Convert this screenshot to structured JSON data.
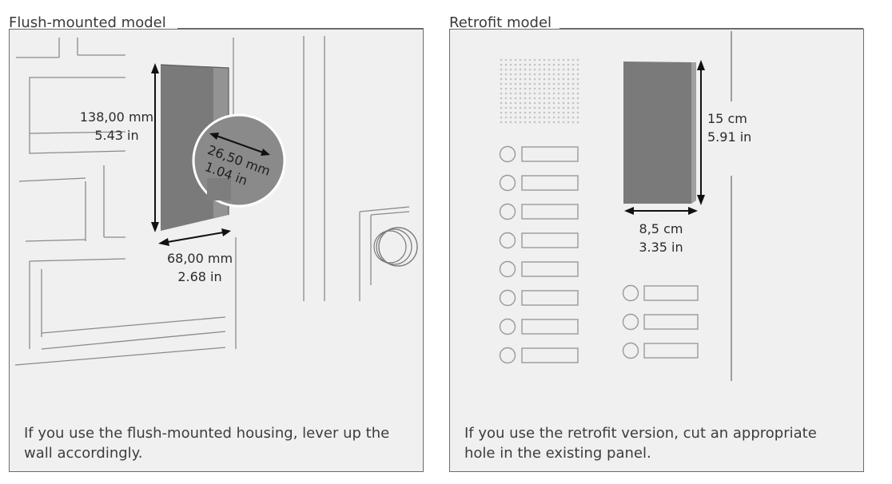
{
  "left": {
    "title": "Flush-mounted model",
    "height": {
      "mm": "138,00 mm",
      "in": "5.43 in"
    },
    "depth": {
      "mm": "26,50 mm",
      "in": "1.04 in"
    },
    "width": {
      "mm": "68,00 mm",
      "in": "2.68 in"
    },
    "caption": {
      "line1": "If you use the flush-mounted housing, lever up the",
      "line2": "wall accordingly."
    }
  },
  "right": {
    "title": "Retrofit model",
    "height": {
      "cm": "15 cm",
      "in": "5.91 in"
    },
    "width": {
      "cm": "8,5 cm",
      "in": "3.35 in"
    },
    "caption": {
      "line1": "If you use the retrofit version, cut an appropriate",
      "line2": "hole in the existing panel."
    }
  }
}
